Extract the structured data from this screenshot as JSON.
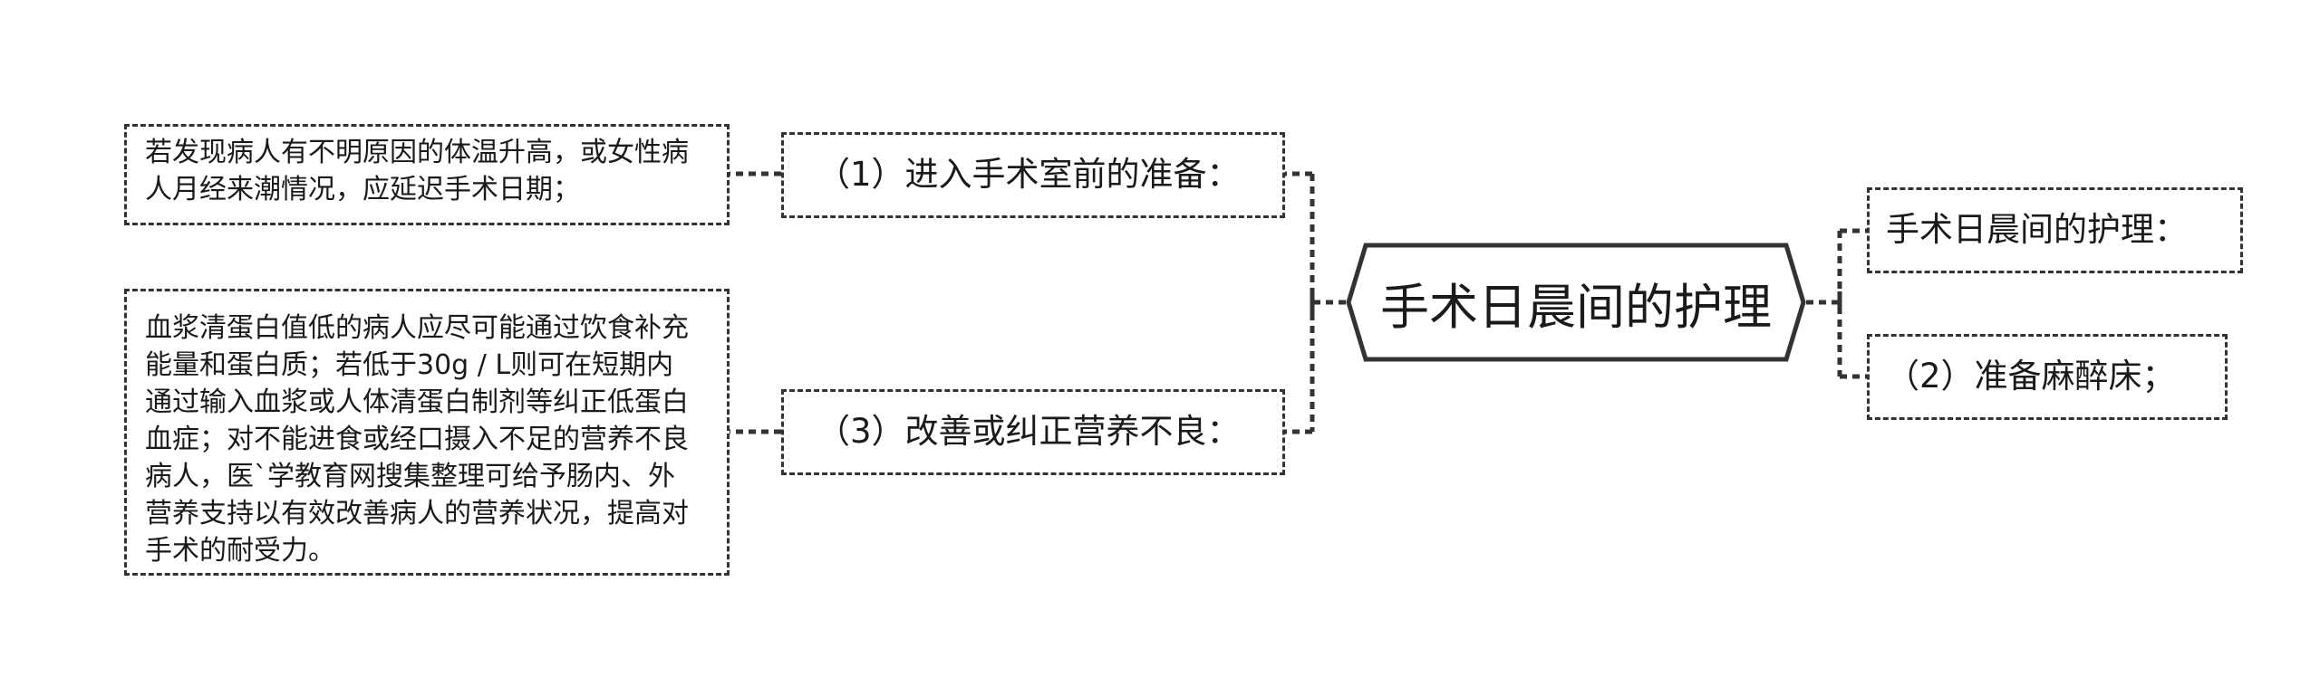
{
  "root": {
    "label": "手术日晨间的护理"
  },
  "left_branches": [
    {
      "label": "（1）进入手术室前的准备：",
      "detail": "若发现病人有不明原因的体温升高，或女性病\n人月经来潮情况，应延迟手术日期；"
    },
    {
      "label": "（3）改善或纠正营养不良：",
      "detail": "血浆清蛋白值低的病人应尽可能通过饮食补充\n能量和蛋白质；若低于30g / L则可在短期内\n通过输入血浆或人体清蛋白制剂等纠正低蛋白\n血症；对不能进食或经口摄入不足的营养不良\n病人，医`学教育网搜集整理可给予肠内、外\n营养支持以有效改善病人的营养状况，提高对\n手术的耐受力。"
    }
  ],
  "right_branches": [
    {
      "label": "手术日晨间的护理："
    },
    {
      "label": "（2）准备麻醉床；"
    }
  ],
  "colors": {
    "line": "#333333",
    "text": "#1a1a1a",
    "background": "#ffffff"
  }
}
